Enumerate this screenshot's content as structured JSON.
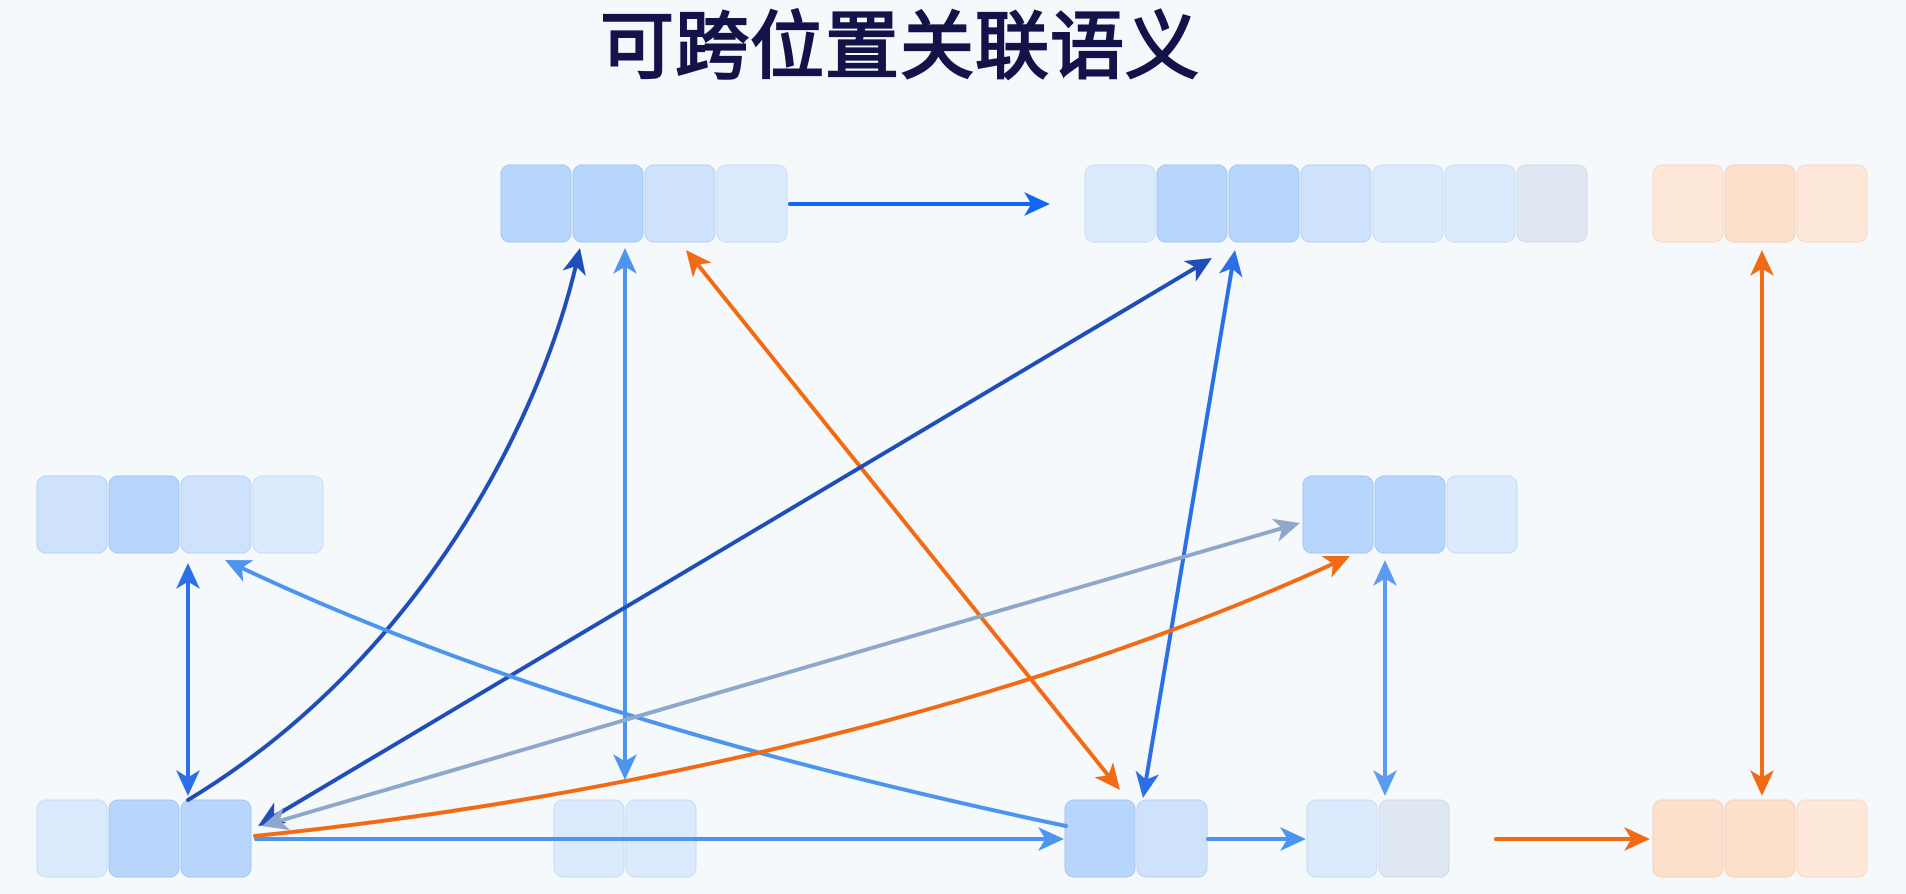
{
  "title": "可跨位置关联语义",
  "colors": {
    "title": "#13134a",
    "blue_dark": "#1f4eb8",
    "blue_mid": "#2a6fe8",
    "blue_light": "#4d94ee",
    "blue_gray": "#8ea8cc",
    "orange": "#f26a14",
    "blue_edge": "#1366f0",
    "blue_edge_light": "#5b9cf0"
  },
  "token_groups": [
    {
      "id": "top-left",
      "tone": "blue",
      "shades": [
        3,
        3,
        2,
        1
      ]
    },
    {
      "id": "top-middle",
      "tone": "blue",
      "shades": [
        1,
        3,
        3,
        2,
        1,
        1,
        0
      ]
    },
    {
      "id": "top-right",
      "tone": "orange",
      "shades": [
        1,
        2,
        1
      ]
    },
    {
      "id": "middle-left",
      "tone": "blue",
      "shades": [
        2,
        3,
        2,
        1
      ]
    },
    {
      "id": "middle-right",
      "tone": "blue",
      "shades": [
        3,
        3,
        1
      ]
    },
    {
      "id": "bottom-a",
      "tone": "blue",
      "shades": [
        1,
        3,
        3
      ]
    },
    {
      "id": "bottom-b",
      "tone": "blue",
      "shades": [
        1,
        1
      ]
    },
    {
      "id": "bottom-c",
      "tone": "blue",
      "shades": [
        3,
        2
      ]
    },
    {
      "id": "bottom-d",
      "tone": "blue",
      "shades": [
        1,
        0
      ]
    },
    {
      "id": "bottom-e",
      "tone": "orange",
      "shades": [
        2,
        2,
        1
      ]
    }
  ],
  "connections": [
    {
      "id": "top-left-to-top-middle",
      "color": "blue_edge",
      "heads": "end"
    },
    {
      "id": "bottom-a-to-top-left-curve",
      "color": "blue_dark",
      "heads": "end"
    },
    {
      "id": "top-left-to-bottom-b",
      "color": "blue_light",
      "heads": "both"
    },
    {
      "id": "top-left-to-bottom-c-orange",
      "color": "orange",
      "heads": "both"
    },
    {
      "id": "top-middle-to-bottom-a",
      "color": "blue_dark",
      "heads": "both"
    },
    {
      "id": "top-middle-to-bottom-c",
      "color": "blue_mid",
      "heads": "both"
    },
    {
      "id": "middle-left-to-bottom-a",
      "color": "blue_mid",
      "heads": "both"
    },
    {
      "id": "bottom-c-to-middle-left",
      "color": "blue_light",
      "heads": "end"
    },
    {
      "id": "bottom-a-to-middle-right-gray",
      "color": "blue_gray",
      "heads": "both"
    },
    {
      "id": "bottom-a-to-middle-right-orange",
      "color": "orange",
      "heads": "end"
    },
    {
      "id": "middle-right-to-bottom-d",
      "color": "blue_edge_light",
      "heads": "both"
    },
    {
      "id": "bottom-a-to-bottom-c",
      "color": "blue_light",
      "heads": "end"
    },
    {
      "id": "bottom-c-to-bottom-d",
      "color": "blue_light",
      "heads": "end"
    },
    {
      "id": "bottom-d-to-bottom-e",
      "color": "orange",
      "heads": "end"
    },
    {
      "id": "top-right-to-bottom-e",
      "color": "orange",
      "heads": "both"
    }
  ]
}
